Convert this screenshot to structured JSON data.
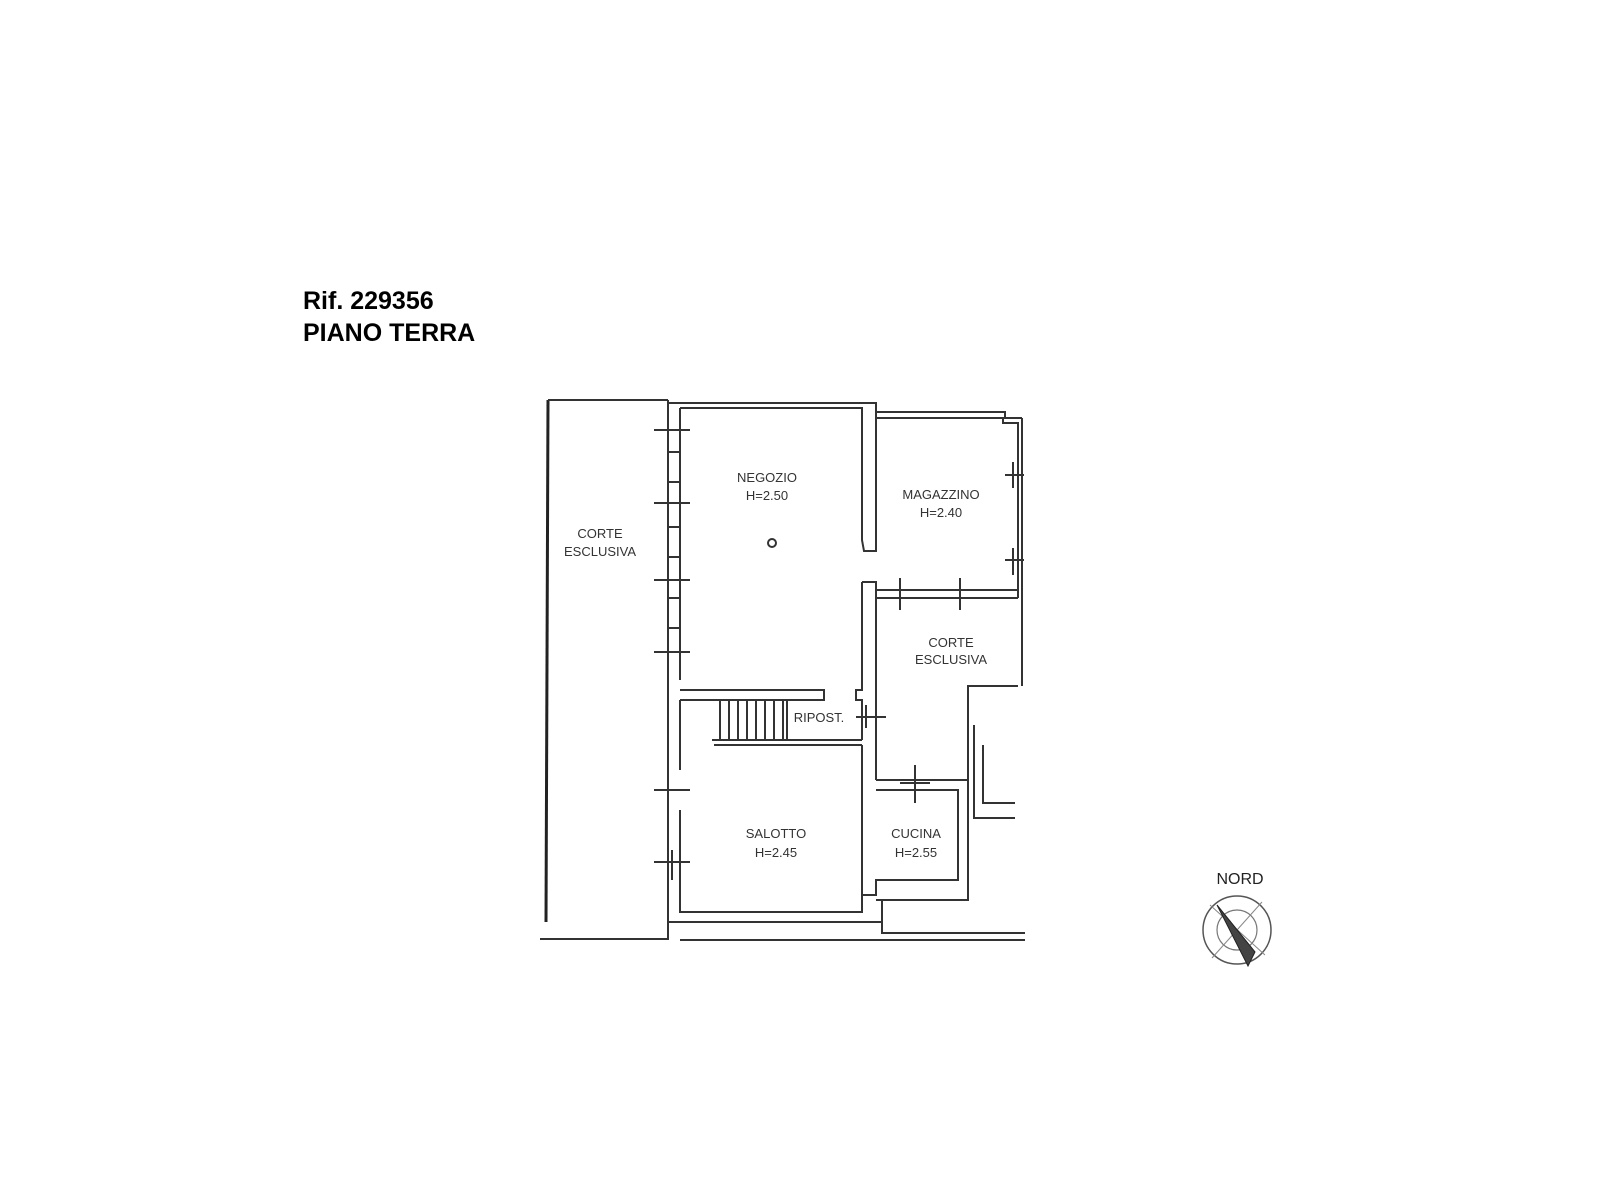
{
  "header": {
    "reference": "Rif. 229356",
    "floor": "PIANO TERRA"
  },
  "rooms": {
    "corte_left": {
      "line1": "CORTE",
      "line2": "ESCLUSIVA"
    },
    "negozio": {
      "name": "NEGOZIO",
      "height": "H=2.50"
    },
    "magazzino": {
      "name": "MAGAZZINO",
      "height": "H=2.40"
    },
    "corte_right": {
      "line1": "CORTE",
      "line2": "ESCLUSIVA"
    },
    "ripostiglio": {
      "name": "RIPOST."
    },
    "salotto": {
      "name": "SALOTTO",
      "height": "H=2.45"
    },
    "cucina": {
      "name": "CUCINA",
      "height": "H=2.55"
    }
  },
  "compass": {
    "label": "NORD",
    "icon": "north-arrow-icon"
  }
}
